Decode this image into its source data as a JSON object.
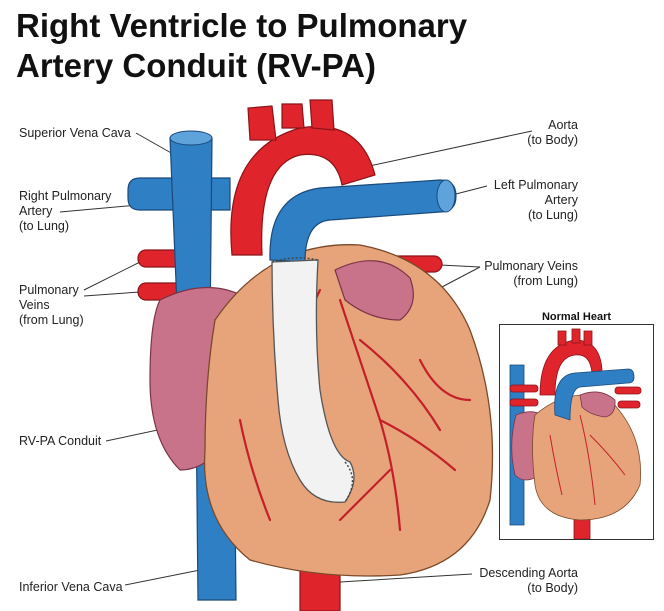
{
  "title": {
    "line1": "Right Ventricle to Pulmonary",
    "line2": "Artery Conduit (RV-PA)"
  },
  "labels": {
    "svc": "Superior Vena Cava",
    "rpa_1": "Right Pulmonary",
    "rpa_2": "Artery",
    "rpa_3": "(to Lung)",
    "pv_left_1": "Pulmonary",
    "pv_left_2": "Veins",
    "pv_left_3": "(from Lung)",
    "conduit": "RV-PA Conduit",
    "ivc": "Inferior Vena Cava",
    "aorta_1": "Aorta",
    "aorta_2": "(to Body)",
    "lpa_1": "Left Pulmonary",
    "lpa_2": "Artery",
    "lpa_3": "(to Lung)",
    "pv_right_1": "Pulmonary Veins",
    "pv_right_2": "(from Lung)",
    "desc_aorta_1": "Descending Aorta",
    "desc_aorta_2": "(to Body)"
  },
  "inset": {
    "title": "Normal Heart"
  },
  "colors": {
    "vein_blue": "#2f7fc4",
    "artery_red": "#e0242c",
    "heart_tan": "#e7a47a",
    "atrium_pink": "#c9738a",
    "conduit_white": "#f2f2f2"
  }
}
